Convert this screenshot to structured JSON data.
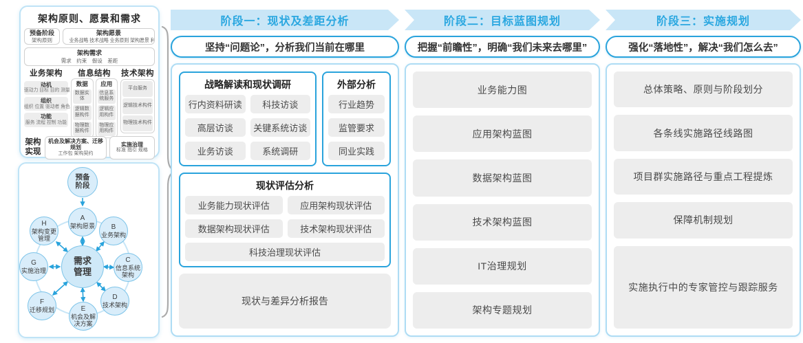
{
  "colors": {
    "accent_blue": "#29a3dc",
    "header_text_blue": "#2aa7e0",
    "band_blue": "#c9e6f7",
    "panel_border_blue": "#aedcf4",
    "gray_box": "#ededed",
    "circle_fill": "#d9edfa",
    "circle_border": "#7cc3e8",
    "brace_gray": "#ababab"
  },
  "left_panel": {
    "title": "架构原则、愿景和需求",
    "prep": {
      "title": "预备阶段",
      "desc": "架构原则"
    },
    "vision": {
      "title": "架构愿景",
      "desc": "业务战略 技术战略 业务原则 架构愿景 利益相关者"
    },
    "requirements": {
      "title": "架构需求",
      "desc": "需求　约束　假设　差距"
    },
    "business": {
      "title": "业务架构",
      "groups": [
        {
          "title": "动机",
          "desc": "驱动力 目标 目的 测量"
        },
        {
          "title": "组织",
          "desc": "组织 位置 驱动者 角色"
        },
        {
          "title": "功能",
          "desc": "服务 流程 控制 功能"
        }
      ]
    },
    "information": {
      "title": "信息结构",
      "columns": [
        {
          "title": "数据",
          "items": [
            "数据实体",
            "逻辑数据构件",
            "物理数据构件"
          ]
        },
        {
          "title": "应用",
          "items": [
            "信息系统服务",
            "逻辑应用构件",
            "物理应用构件"
          ]
        }
      ]
    },
    "technology": {
      "title": "技术架构",
      "items": [
        "平台服务",
        "逻辑技术构件",
        "物理技术构件"
      ]
    },
    "realization": {
      "label": "架构实现",
      "boxes": [
        {
          "title": "机会及解决方案、迁移规划",
          "desc": "工作包 架构契约"
        },
        {
          "title": "实施治理",
          "desc": "标准 指引 规格"
        }
      ]
    }
  },
  "adm": {
    "prep_label": "预备阶段",
    "center_label": "需求管理",
    "nodes": [
      {
        "key": "A",
        "label": "架构愿景"
      },
      {
        "key": "B",
        "label": "业务架构"
      },
      {
        "key": "C",
        "label": "信息系统架构"
      },
      {
        "key": "D",
        "label": "技术架构"
      },
      {
        "key": "E",
        "label": "机会及解决方案"
      },
      {
        "key": "F",
        "label": "迁移规划"
      },
      {
        "key": "G",
        "label": "实施治理"
      },
      {
        "key": "H",
        "label": "架构变更管理"
      }
    ]
  },
  "phases": [
    {
      "header": "阶段一：现状及差距分析",
      "subtitle": "坚持“问题论”，分析我们当前在哪里"
    },
    {
      "header": "阶段二：目标蓝图规划",
      "subtitle": "把握“前瞻性”，明确“我们未来去哪里”"
    },
    {
      "header": "阶段三：实施规划",
      "subtitle": "强化“落地性”，解决“我们怎么去”"
    }
  ],
  "phase1": {
    "survey": {
      "title": "战略解读和现状调研",
      "items": [
        "行内资料研读",
        "科技访谈",
        "高层访谈",
        "关键系统访谈",
        "业务访谈",
        "系统调研"
      ]
    },
    "external": {
      "title": "外部分析",
      "items": [
        "行业趋势",
        "监管要求",
        "同业实践"
      ]
    },
    "assessment": {
      "title": "现状评估分析",
      "items": [
        "业务能力现状评估",
        "应用架构现状评估",
        "数据架构现状评估",
        "技术架构现状评估",
        "科技治理现状评估"
      ]
    },
    "report": "现状与差异分析报告"
  },
  "phase2": {
    "items": [
      "业务能力图",
      "应用架构蓝图",
      "数据架构蓝图",
      "技术架构蓝图",
      "IT治理规划",
      "架构专题规划"
    ]
  },
  "phase3": {
    "items": [
      "总体策略、原则与阶段划分",
      "各条线实施路径线路图",
      "项目群实施路径与重点工程提炼",
      "保障机制规划",
      "实施执行中的专家管控与跟踪服务"
    ]
  }
}
